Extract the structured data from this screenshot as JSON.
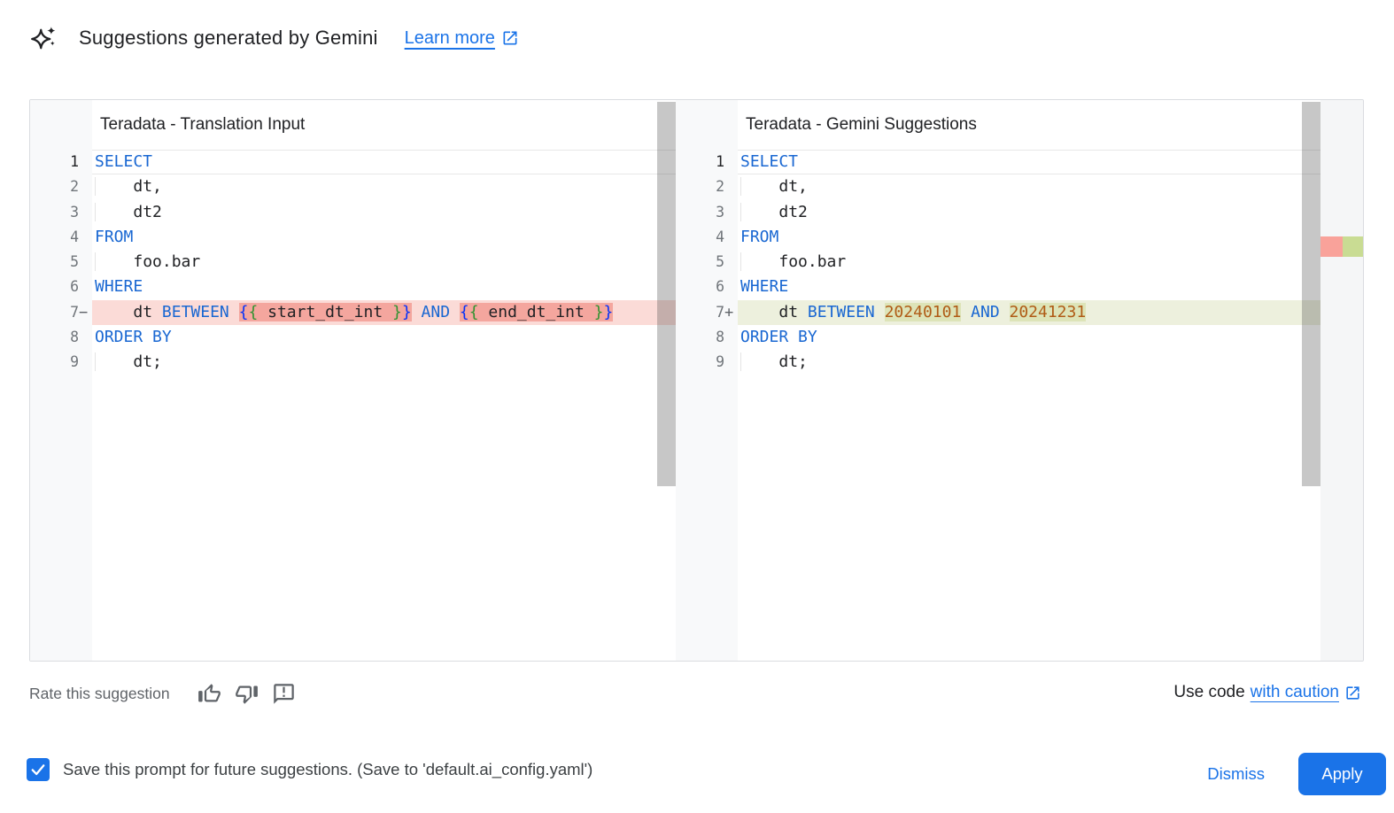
{
  "header": {
    "title": "Suggestions generated by Gemini",
    "learn_more_label": "Learn more"
  },
  "diff": {
    "left": {
      "title": "Teradata - Translation Input",
      "lines": [
        {
          "n": "1",
          "m": "",
          "active": true,
          "tokens": [
            {
              "c": "kw",
              "t": "SELECT"
            }
          ]
        },
        {
          "n": "2",
          "m": "",
          "tokens": [
            {
              "c": "ind",
              "t": "    "
            },
            {
              "c": "id",
              "t": "dt,"
            }
          ]
        },
        {
          "n": "3",
          "m": "",
          "tokens": [
            {
              "c": "ind",
              "t": "    "
            },
            {
              "c": "id",
              "t": "dt2"
            }
          ]
        },
        {
          "n": "4",
          "m": "",
          "tokens": [
            {
              "c": "kw",
              "t": "FROM"
            }
          ]
        },
        {
          "n": "5",
          "m": "",
          "tokens": [
            {
              "c": "ind",
              "t": "    "
            },
            {
              "c": "id",
              "t": "foo.bar"
            }
          ]
        },
        {
          "n": "6",
          "m": "",
          "tokens": [
            {
              "c": "kw",
              "t": "WHERE"
            }
          ]
        },
        {
          "n": "7",
          "m": "−",
          "bg": "del",
          "tokens": [
            {
              "c": "pl",
              "t": "    "
            },
            {
              "c": "id",
              "t": "dt"
            },
            {
              "c": "pl",
              "t": " "
            },
            {
              "c": "kw",
              "t": "BETWEEN"
            },
            {
              "c": "pl",
              "t": " "
            },
            {
              "g": "del",
              "tokens": [
                {
                  "c": "brb",
                  "t": "{"
                },
                {
                  "c": "brg",
                  "t": "{"
                },
                {
                  "c": "id",
                  "t": " start_dt_int "
                },
                {
                  "c": "brg",
                  "t": "}"
                },
                {
                  "c": "brb",
                  "t": "}"
                }
              ]
            },
            {
              "c": "pl",
              "t": " "
            },
            {
              "c": "kw",
              "t": "AND"
            },
            {
              "c": "pl",
              "t": " "
            },
            {
              "g": "del",
              "tokens": [
                {
                  "c": "brb",
                  "t": "{"
                },
                {
                  "c": "brg",
                  "t": "{"
                },
                {
                  "c": "id",
                  "t": " end_dt_int "
                },
                {
                  "c": "brg",
                  "t": "}"
                },
                {
                  "c": "brb",
                  "t": "}"
                }
              ]
            }
          ]
        },
        {
          "n": "8",
          "m": "",
          "tokens": [
            {
              "c": "kw",
              "t": "ORDER BY"
            }
          ]
        },
        {
          "n": "9",
          "m": "",
          "tokens": [
            {
              "c": "ind",
              "t": "    "
            },
            {
              "c": "id",
              "t": "dt;"
            }
          ]
        }
      ]
    },
    "right": {
      "title": "Teradata - Gemini Suggestions",
      "lines": [
        {
          "n": "1",
          "m": "",
          "active": true,
          "tokens": [
            {
              "c": "kw",
              "t": "SELECT"
            }
          ]
        },
        {
          "n": "2",
          "m": "",
          "tokens": [
            {
              "c": "ind",
              "t": "    "
            },
            {
              "c": "id",
              "t": "dt,"
            }
          ]
        },
        {
          "n": "3",
          "m": "",
          "tokens": [
            {
              "c": "ind",
              "t": "    "
            },
            {
              "c": "id",
              "t": "dt2"
            }
          ]
        },
        {
          "n": "4",
          "m": "",
          "tokens": [
            {
              "c": "kw",
              "t": "FROM"
            }
          ]
        },
        {
          "n": "5",
          "m": "",
          "tokens": [
            {
              "c": "ind",
              "t": "    "
            },
            {
              "c": "id",
              "t": "foo.bar"
            }
          ]
        },
        {
          "n": "6",
          "m": "",
          "tokens": [
            {
              "c": "kw",
              "t": "WHERE"
            }
          ]
        },
        {
          "n": "7",
          "m": "+",
          "bg": "ins",
          "tokens": [
            {
              "c": "pl",
              "t": "    "
            },
            {
              "c": "id",
              "t": "dt"
            },
            {
              "c": "pl",
              "t": " "
            },
            {
              "c": "kw",
              "t": "BETWEEN"
            },
            {
              "c": "pl",
              "t": " "
            },
            {
              "g": "ins",
              "tokens": [
                {
                  "c": "num",
                  "t": "20240101"
                }
              ]
            },
            {
              "c": "pl",
              "t": " "
            },
            {
              "c": "kw",
              "t": "AND"
            },
            {
              "c": "pl",
              "t": " "
            },
            {
              "g": "ins",
              "tokens": [
                {
                  "c": "num",
                  "t": "20241231"
                }
              ]
            }
          ]
        },
        {
          "n": "8",
          "m": "",
          "tokens": [
            {
              "c": "kw",
              "t": "ORDER BY"
            }
          ]
        },
        {
          "n": "9",
          "m": "",
          "tokens": [
            {
              "c": "ind",
              "t": "    "
            },
            {
              "c": "id",
              "t": "dt;"
            }
          ]
        }
      ]
    }
  },
  "rate": {
    "label": "Rate this suggestion"
  },
  "caution": {
    "prefix": "Use code",
    "link_label": "with caution"
  },
  "footer": {
    "save_label": "Save this prompt for future suggestions. (Save to 'default.ai_config.yaml')",
    "checkbox_checked": true,
    "dismiss_label": "Dismiss",
    "apply_label": "Apply"
  },
  "colors": {
    "accent": "#1a73e8",
    "kw": "#1967d2",
    "num": "#b05c16",
    "brb": "#0431fa",
    "brg": "#319331",
    "del_line": "#fbdbd7",
    "del_tok": "#f4a69e",
    "ins_line": "#edf0dd",
    "ins_tok": "#dde4b8",
    "ruler_del": "#f9a29a",
    "ruler_ins": "#c9dc93",
    "text": "#202124",
    "muted": "#5f6368"
  }
}
